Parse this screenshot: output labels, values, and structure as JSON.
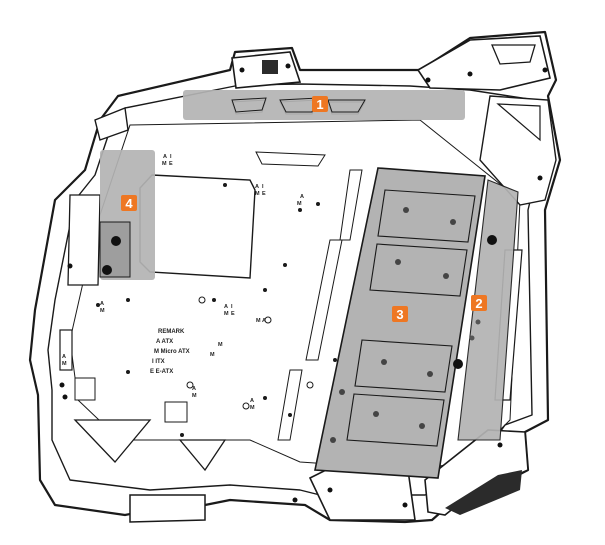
{
  "colors": {
    "outline": "#1a1a1a",
    "body_fill": "#ffffff",
    "zone_fill": "#b3b3b3",
    "badge_fill": "#ee7723",
    "dark_part": "#2b2b2b",
    "hole": "#111111"
  },
  "zones": [
    {
      "number": "1"
    },
    {
      "number": "2"
    },
    {
      "number": "3"
    },
    {
      "number": "4"
    }
  ],
  "legend": {
    "title": "REMARK",
    "lines": [
      "A  ATX",
      "M  Micro ATX",
      "I  ITX",
      "E  E-ATX"
    ]
  },
  "standoff_marks": {
    "ame": [
      "A",
      "I",
      "M",
      "E"
    ],
    "am": [
      "A",
      "M"
    ],
    "m": "M",
    "a": "A"
  }
}
